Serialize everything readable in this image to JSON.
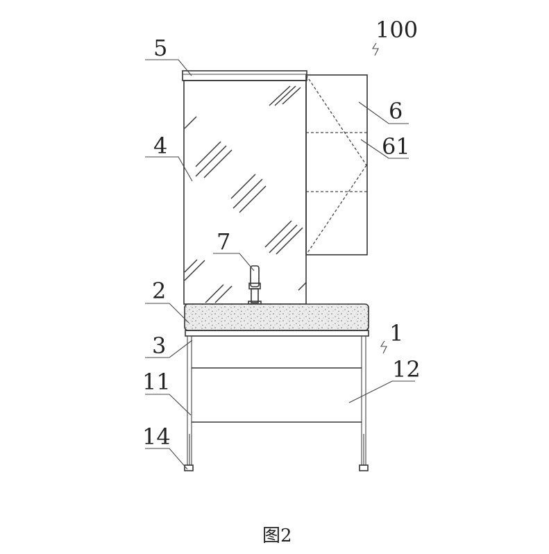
{
  "figure": {
    "caption": "图2",
    "reference_numerals": {
      "assembly": "100",
      "cabinet": "1",
      "countertop": "2",
      "frame": "3",
      "mirror": "4",
      "light": "5",
      "mirror_cabinet": "6",
      "shelf": "61",
      "faucet": "7",
      "leg": "11",
      "drawer": "12",
      "foot": "14"
    }
  },
  "colors": {
    "line": "#333333",
    "stone_fill": "#e9e9e9",
    "background": "#ffffff"
  }
}
